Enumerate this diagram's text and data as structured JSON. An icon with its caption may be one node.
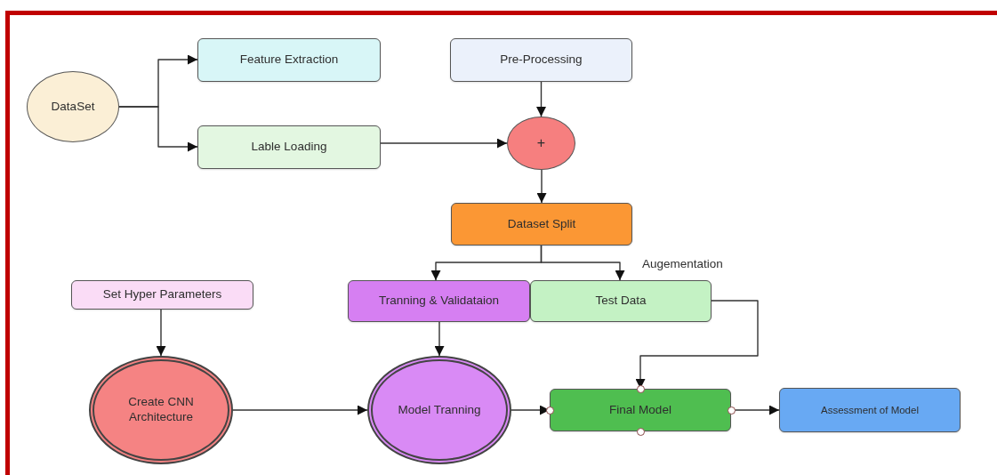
{
  "diagram": {
    "nodes": [
      {
        "text": [
          "DataSet"
        ]
      },
      {
        "text": [
          "Feature Extraction"
        ]
      },
      {
        "text": [
          "Pre-Processing"
        ]
      },
      {
        "text": [
          "Lable Loading"
        ]
      },
      {
        "text": [
          "+"
        ]
      },
      {
        "text": [
          "Dataset Split"
        ]
      },
      {
        "text": [
          "Set Hyper Parameters"
        ]
      },
      {
        "text": [
          "Tranning & Validataion"
        ]
      },
      {
        "text": [
          "Test Data"
        ],
        "beside": [
          "Augementation"
        ]
      },
      {
        "text": [
          "Create CNN Architecture"
        ]
      },
      {
        "text": [
          "Model Tranning"
        ]
      },
      {
        "text": [
          "Final Model"
        ]
      },
      {
        "text": [
          "Assessment of Model"
        ]
      }
    ],
    "edges": [
      {
        "from": 0,
        "to": 1,
        "arrow": "to"
      },
      {
        "from": 0,
        "to": 3,
        "arrow": "to"
      },
      {
        "from": 2,
        "to": 4,
        "arrow": "to"
      },
      {
        "from": 3,
        "to": 4,
        "arrow": "to"
      },
      {
        "from": 4,
        "to": 5,
        "arrow": "to"
      },
      {
        "from": 5,
        "to": 7,
        "arrow": "to"
      },
      {
        "from": 5,
        "to": 8,
        "arrow": "to"
      },
      {
        "from": 6,
        "to": 9,
        "arrow": "to"
      },
      {
        "from": 7,
        "to": 10,
        "arrow": "to"
      },
      {
        "from": 9,
        "to": 10,
        "arrow": "to"
      },
      {
        "from": 8,
        "to": 11,
        "arrow": "to"
      },
      {
        "from": 10,
        "to": 11,
        "arrow": "to"
      },
      {
        "from": 11,
        "to": 12,
        "arrow": "to"
      }
    ]
  }
}
